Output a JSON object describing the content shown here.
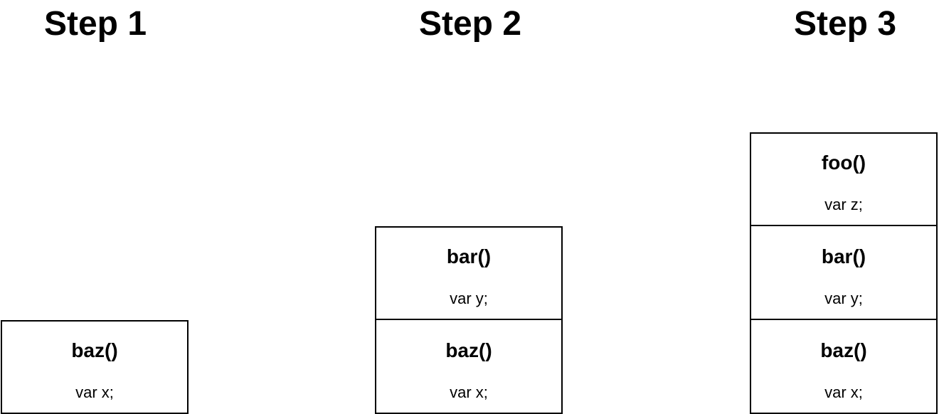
{
  "steps": [
    {
      "title": "Step 1",
      "frames": [
        {
          "name": "baz()",
          "var": "var x;"
        }
      ]
    },
    {
      "title": "Step 2",
      "frames": [
        {
          "name": "bar()",
          "var": "var y;"
        },
        {
          "name": "baz()",
          "var": "var x;"
        }
      ]
    },
    {
      "title": "Step 3",
      "frames": [
        {
          "name": "foo()",
          "var": "var z;"
        },
        {
          "name": "bar()",
          "var": "var y;"
        },
        {
          "name": "baz()",
          "var": "var x;"
        }
      ]
    }
  ]
}
